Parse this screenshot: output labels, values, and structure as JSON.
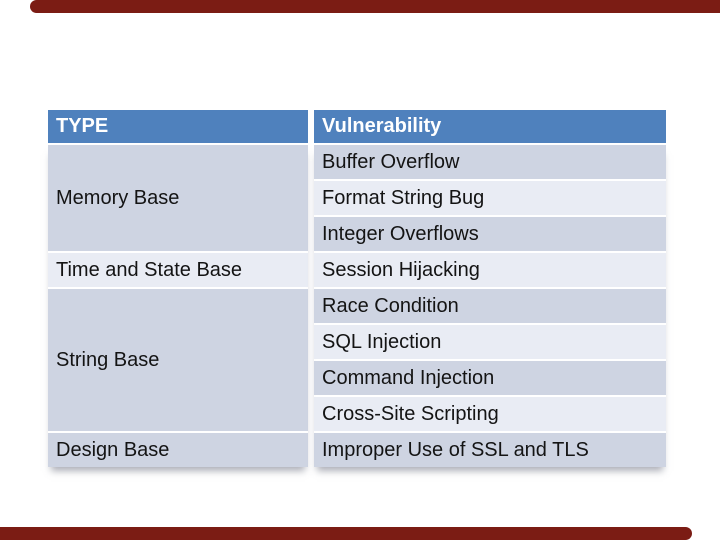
{
  "slide": {
    "accent_bar_color": "#7b1c14",
    "table": {
      "header": {
        "type_label": "TYPE",
        "vulnerability_label": "Vulnerability",
        "bg": "#4f81bd",
        "text_color": "#ffffff"
      },
      "band_colors": {
        "dark": "#ced4e2",
        "light": "#e9ecf4"
      },
      "type_groups": [
        {
          "label": "Memory Base",
          "rows": 3,
          "band": "dark"
        },
        {
          "label": "Time and State Base",
          "rows": 1,
          "band": "light"
        },
        {
          "label": "String Base",
          "rows": 4,
          "band": "dark"
        },
        {
          "label": "Design Base",
          "rows": 1,
          "band": "dark"
        }
      ],
      "vulnerabilities": [
        {
          "label": "Buffer Overflow",
          "band": "dark"
        },
        {
          "label": "Format String Bug",
          "band": "light"
        },
        {
          "label": "Integer Overflows",
          "band": "dark"
        },
        {
          "label": "Session Hijacking",
          "band": "light"
        },
        {
          "label": "Race Condition",
          "band": "dark"
        },
        {
          "label": "SQL Injection",
          "band": "light"
        },
        {
          "label": "Command Injection",
          "band": "dark"
        },
        {
          "label": "Cross-Site Scripting",
          "band": "light"
        },
        {
          "label": "Improper Use of SSL and TLS",
          "band": "dark"
        }
      ]
    }
  }
}
